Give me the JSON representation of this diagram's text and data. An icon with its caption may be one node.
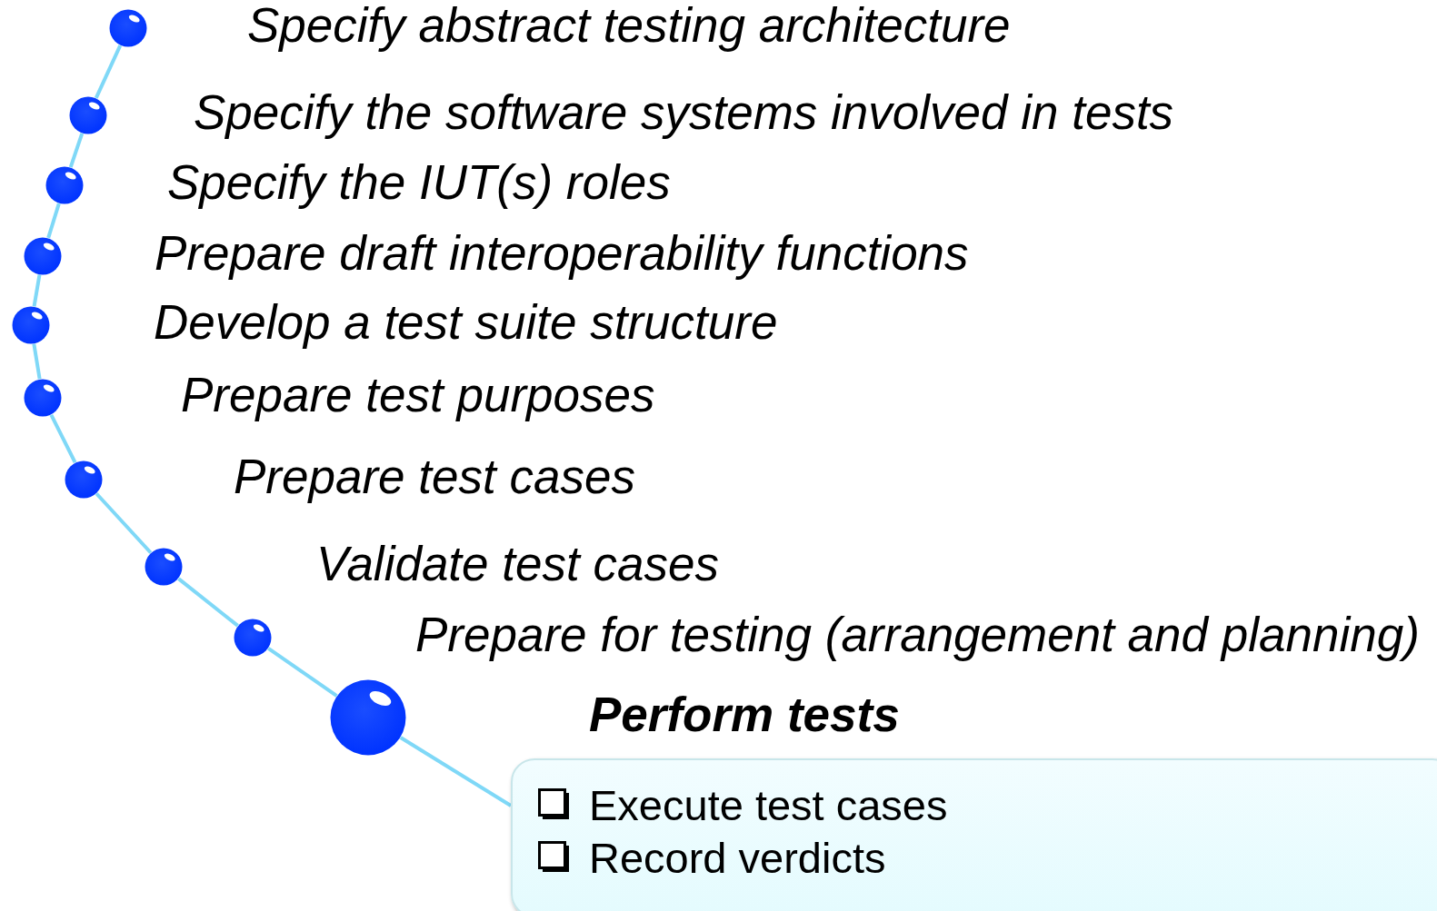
{
  "diagram": {
    "nodes": [
      {
        "text": [],
        "shape": "circle"
      },
      {
        "text": [],
        "shape": "circle"
      },
      {
        "text": [],
        "shape": "circle"
      },
      {
        "text": [],
        "shape": "circle"
      },
      {
        "text": [],
        "shape": "circle"
      },
      {
        "text": [],
        "shape": "circle"
      },
      {
        "text": [],
        "shape": "circle"
      },
      {
        "text": [],
        "shape": "circle"
      },
      {
        "text": [],
        "shape": "circle"
      },
      {
        "text": [],
        "shape": "circle"
      },
      {
        "text": [
          "Execute test cases",
          "Record verdicts"
        ]
      }
    ],
    "edges": [
      {
        "from": 0,
        "to": 1,
        "arrow": "none"
      },
      {
        "from": 1,
        "to": 2,
        "arrow": "none"
      },
      {
        "from": 2,
        "to": 3,
        "arrow": "none"
      },
      {
        "from": 3,
        "to": 4,
        "arrow": "none"
      },
      {
        "from": 4,
        "to": 5,
        "arrow": "none"
      },
      {
        "from": 5,
        "to": 6,
        "arrow": "none"
      },
      {
        "from": 6,
        "to": 7,
        "arrow": "none"
      },
      {
        "from": 7,
        "to": 8,
        "arrow": "none"
      },
      {
        "from": 8,
        "to": 9,
        "arrow": "none"
      },
      {
        "from": 9,
        "to": 10,
        "arrow": "none"
      }
    ],
    "labels": [
      "Specify abstract testing architecture",
      "Specify the software systems involved in tests",
      "Specify the IUT(s) roles",
      "Prepare draft interoperability functions",
      "Develop a test suite structure",
      "Prepare test purposes",
      "Prepare test cases",
      "Validate test cases",
      "Prepare for testing (arrangement and planning)",
      "Perform tests"
    ]
  }
}
